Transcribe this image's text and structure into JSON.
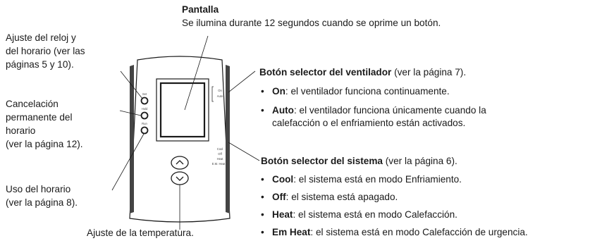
{
  "screen": {
    "title": "Pantalla",
    "desc": "Se ilumina durante 12 segundos cuando se oprime un botón."
  },
  "left": {
    "clock": [
      "Ajuste del reloj y",
      "del horario (ver las",
      "páginas 5 y 10)."
    ],
    "cancel": [
      "Cancelación",
      "permanente del",
      "horario",
      "(ver la página 12)."
    ],
    "schedule": [
      "Uso del horario",
      "(ver la página 8)."
    ]
  },
  "temp": "Ajuste de la temperatura.",
  "fan": {
    "title": "Botón selector del ventilador",
    "ref": " (ver la página 7).",
    "items": [
      {
        "name": "On",
        "text": ": el ventilador funciona continuamente."
      },
      {
        "name": "Auto",
        "text": ": el ventilador funciona únicamente cuando la"
      }
    ],
    "cont": "calefacción o el enfriamiento están activados."
  },
  "system": {
    "title": "Botón selector del sistema",
    "ref": " (ver la página 6).",
    "items": [
      {
        "name": "Cool",
        "text": ": el sistema está en modo Enfriamiento."
      },
      {
        "name": "Off",
        "text": ": el sistema está apagado."
      },
      {
        "name": "Heat",
        "text": ": el sistema está en modo Calefacción."
      },
      {
        "name": "Em Heat",
        "text": ": el sistema está en modo Calefacción de urgencia."
      }
    ]
  },
  "device": {
    "btn_labels": [
      "Set",
      "Hold",
      "Run"
    ],
    "fan_labels": [
      "On",
      "Auto"
    ],
    "sys_labels": [
      "Cool",
      "Off",
      "Heat",
      "E.M. Heat"
    ]
  }
}
